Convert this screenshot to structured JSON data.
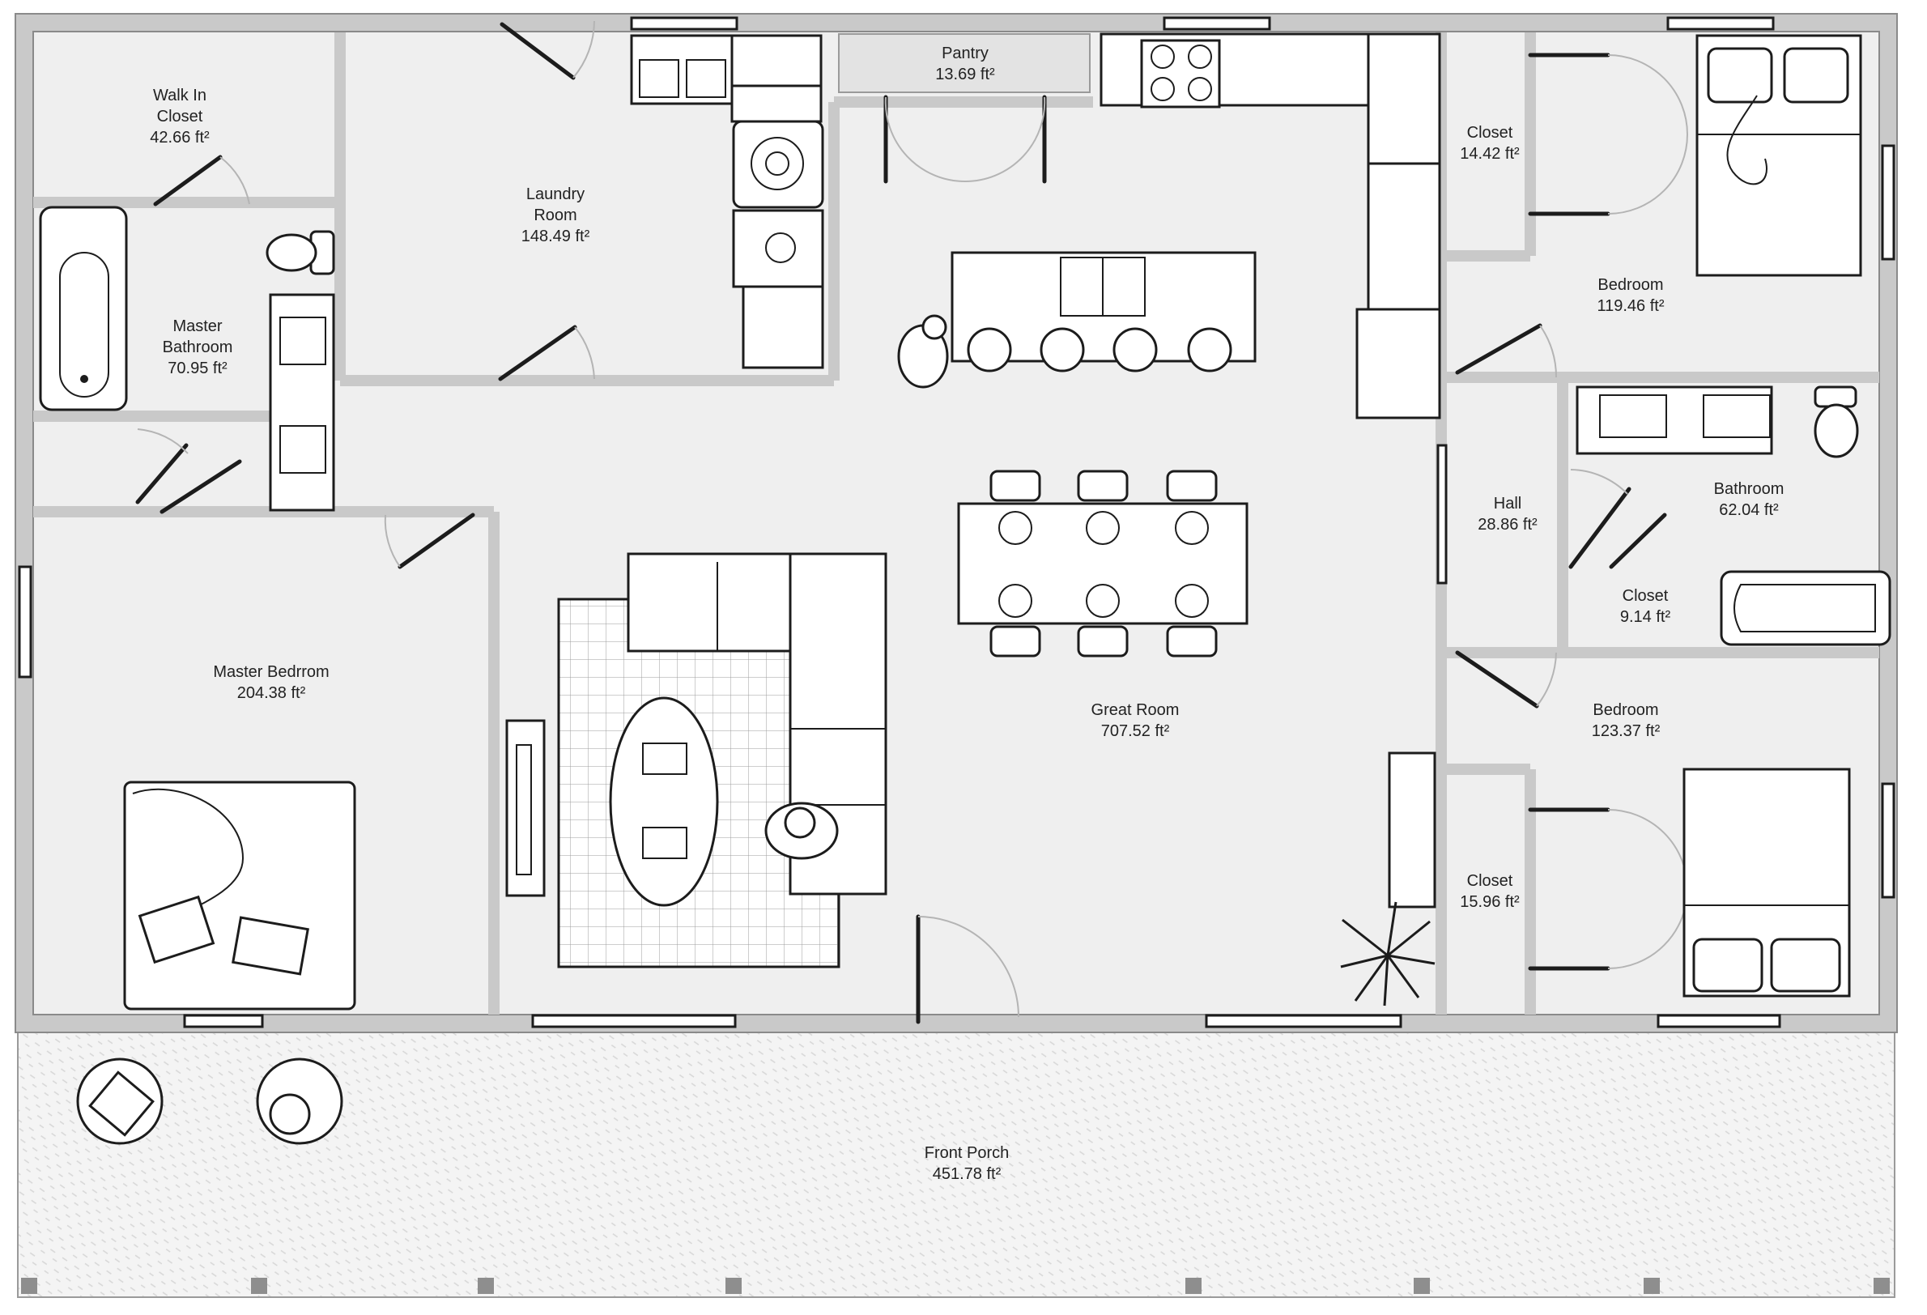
{
  "plan": {
    "rooms": [
      {
        "id": "walk-in-closet",
        "name_lines": [
          "Walk In",
          "Closet"
        ],
        "area": "42.66 ft²"
      },
      {
        "id": "laundry-room",
        "name_lines": [
          "Laundry",
          "Room"
        ],
        "area": "148.49 ft²"
      },
      {
        "id": "pantry",
        "name_lines": [
          "Pantry"
        ],
        "area": "13.69 ft²"
      },
      {
        "id": "master-bathroom",
        "name_lines": [
          "Master",
          "Bathroom"
        ],
        "area": "70.95 ft²"
      },
      {
        "id": "closet-nw",
        "name_lines": [
          "Closet"
        ],
        "area": "14.42 ft²"
      },
      {
        "id": "bedroom-north",
        "name_lines": [
          "Bedroom"
        ],
        "area": "119.46 ft²"
      },
      {
        "id": "hall",
        "name_lines": [
          "Hall"
        ],
        "area": "28.86 ft²"
      },
      {
        "id": "bathroom",
        "name_lines": [
          "Bathroom"
        ],
        "area": "62.04 ft²"
      },
      {
        "id": "closet-small",
        "name_lines": [
          "Closet"
        ],
        "area": "9.14 ft²"
      },
      {
        "id": "master-bedroom",
        "name_lines": [
          "Master Bedrrom"
        ],
        "area": "204.38 ft²"
      },
      {
        "id": "great-room",
        "name_lines": [
          "Great Room"
        ],
        "area": "707.52 ft²"
      },
      {
        "id": "bedroom-south",
        "name_lines": [
          "Bedroom"
        ],
        "area": "123.37 ft²"
      },
      {
        "id": "closet-sw",
        "name_lines": [
          "Closet"
        ],
        "area": "15.96 ft²"
      },
      {
        "id": "front-porch",
        "name_lines": [
          "Front Porch"
        ],
        "area": "451.78 ft²"
      }
    ],
    "colors": {
      "floor": "#efefef",
      "wall": "#c9c9c9",
      "porch": "#f3f3f3",
      "line": "#1c1c1c"
    }
  }
}
